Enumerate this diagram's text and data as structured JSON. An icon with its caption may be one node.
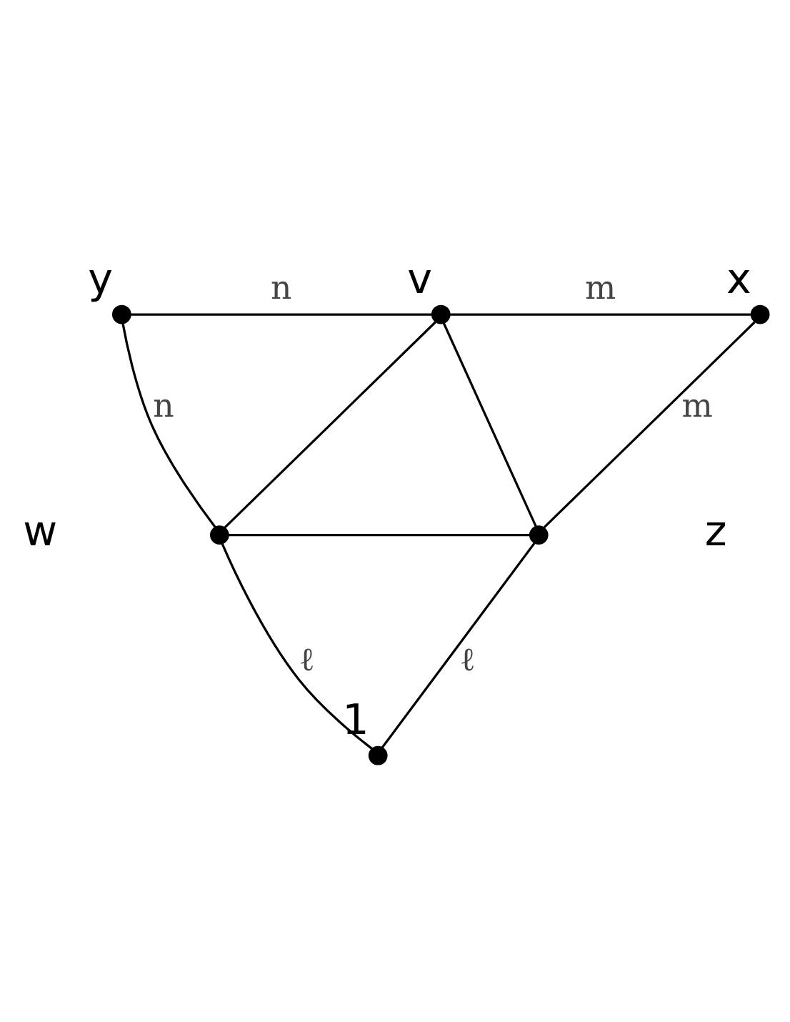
{
  "diagram": {
    "nodes": [
      {
        "text": [],
        "shape": "circle",
        "beside": [
          "y"
        ]
      },
      {
        "text": [],
        "shape": "circle",
        "beside": [
          "v"
        ]
      },
      {
        "text": [],
        "shape": "circle",
        "beside": [
          "x"
        ]
      },
      {
        "text": [],
        "shape": "circle",
        "beside": [
          "w"
        ]
      },
      {
        "text": [],
        "shape": "circle",
        "beside": [
          "z"
        ]
      },
      {
        "text": [],
        "shape": "circle",
        "beside": [
          "1"
        ]
      }
    ],
    "edges": [
      {
        "from": 0,
        "to": 1,
        "arrow": "none",
        "label": "n"
      },
      {
        "from": 1,
        "to": 2,
        "arrow": "none",
        "label": "m"
      },
      {
        "from": 0,
        "to": 3,
        "arrow": "none",
        "label": "n"
      },
      {
        "from": 2,
        "to": 4,
        "arrow": "none",
        "label": "m"
      },
      {
        "from": 1,
        "to": 3,
        "arrow": "none"
      },
      {
        "from": 1,
        "to": 4,
        "arrow": "none"
      },
      {
        "from": 3,
        "to": 4,
        "arrow": "none"
      },
      {
        "from": 3,
        "to": 5,
        "arrow": "none",
        "label": "ℓ"
      },
      {
        "from": 4,
        "to": 5,
        "arrow": "none",
        "label": "ℓ"
      }
    ]
  }
}
